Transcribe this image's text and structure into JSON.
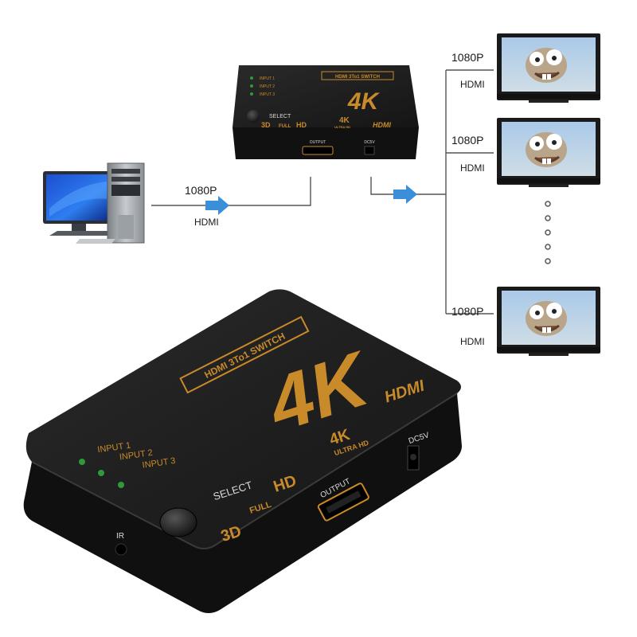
{
  "diagram": {
    "source_resolution": "1080P",
    "source_interface": "HDMI",
    "displays": [
      {
        "resolution": "1080P",
        "interface": "HDMI"
      },
      {
        "resolution": "1080P",
        "interface": "HDMI"
      },
      {
        "resolution": "1080P",
        "interface": "HDMI"
      }
    ]
  },
  "device": {
    "badge": "HDMI 3To1 SWITCH",
    "big_logo": "4K",
    "inputs": [
      "INPUT 1",
      "INPUT 2",
      "INPUT 3"
    ],
    "select_label": "SELECT",
    "format_3d": "3D",
    "format_full": "FULL",
    "format_hd": "HD",
    "uhd_logo": "4K",
    "uhd_sub": "ULTRA HD",
    "hdmi_logo": "HDMI",
    "output_label": "OUTPUT",
    "power_label": "DC5V",
    "ir_label": "IR"
  },
  "small_device": {
    "badge": "HDMI 3To1 SWITCH",
    "big_logo": "4K",
    "inputs": [
      "INPUT 1",
      "INPUT 2",
      "INPUT 3"
    ],
    "select_label": "SELECT",
    "format_3d": "3D",
    "format_full": "FULL",
    "format_hd": "HD",
    "uhd_logo": "4K",
    "uhd_sub": "ULTRA HD",
    "hdmi_logo": "HDMI",
    "output_label": "OUTPUT",
    "power_label": "DC5V"
  },
  "colors": {
    "device_body": "#1b1b1b",
    "print_gold": "#c98a2a",
    "arrow_blue": "#3a8fd8",
    "led_green": "#2e9a3a",
    "line": "#555555"
  }
}
